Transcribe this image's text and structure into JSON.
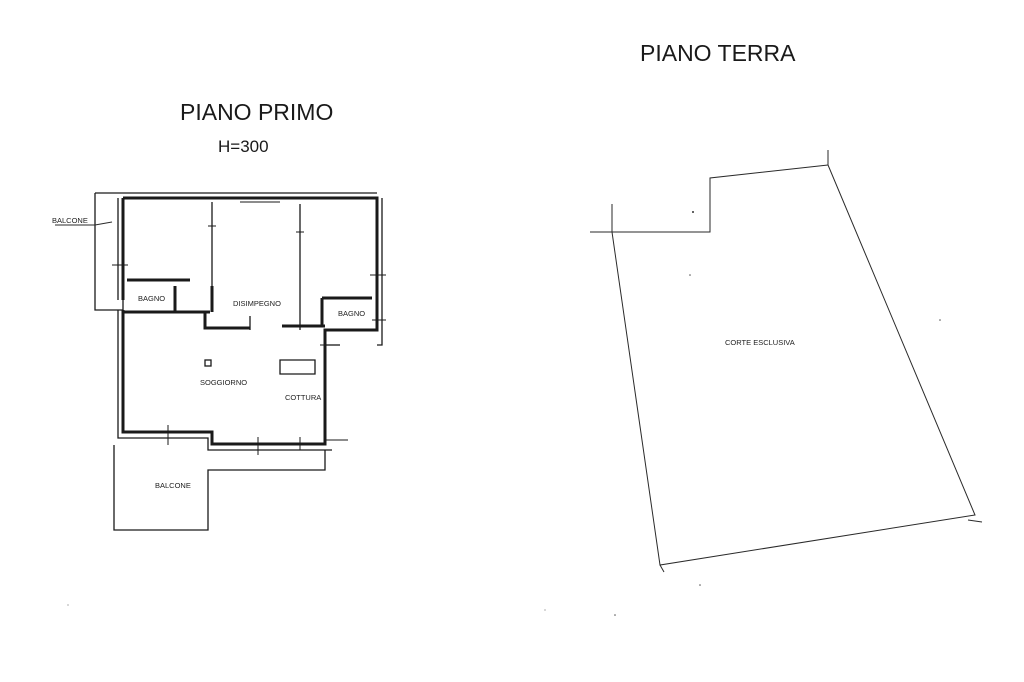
{
  "piano_primo": {
    "title": "PIANO PRIMO",
    "height": "H=300",
    "rooms": {
      "balcone_side": "BALCONE",
      "bagno_left": "BAGNO",
      "disimpegno": "DISIMPEGNO",
      "bagno_right": "BAGNO",
      "soggiorno": "SOGGIORNO",
      "cottura": "COTTURA",
      "balcone_bottom": "BALCONE"
    }
  },
  "piano_terra": {
    "title": "PIANO TERRA",
    "area_label": "CORTE ESCLUSIVA"
  }
}
